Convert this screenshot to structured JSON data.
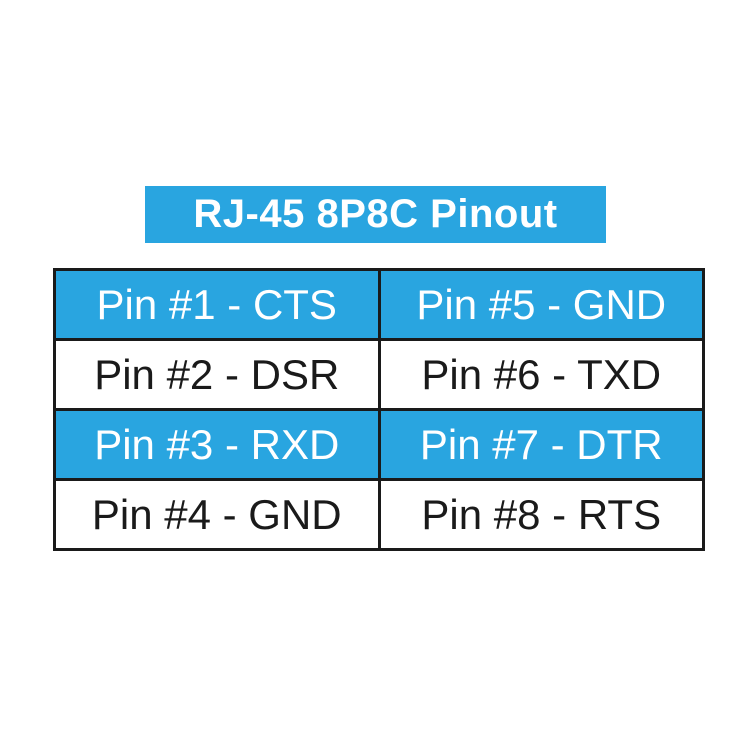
{
  "title": {
    "label": "RJ-45 8P8C Pinout"
  },
  "colors": {
    "accent_blue": "#29a5e0",
    "border": "#1a1a1a",
    "text_dark": "#1a1a1a",
    "text_light": "#ffffff",
    "background": "#ffffff"
  },
  "pinout_table": {
    "rows": [
      {
        "highlighted": true,
        "cells": [
          "Pin #1 - CTS",
          "Pin #5 - GND"
        ]
      },
      {
        "highlighted": false,
        "cells": [
          "Pin #2 - DSR",
          "Pin #6 - TXD"
        ]
      },
      {
        "highlighted": true,
        "cells": [
          "Pin #3 - RXD",
          "Pin #7 - DTR"
        ]
      },
      {
        "highlighted": false,
        "cells": [
          "Pin #4 - GND",
          "Pin #8 - RTS"
        ]
      }
    ]
  }
}
